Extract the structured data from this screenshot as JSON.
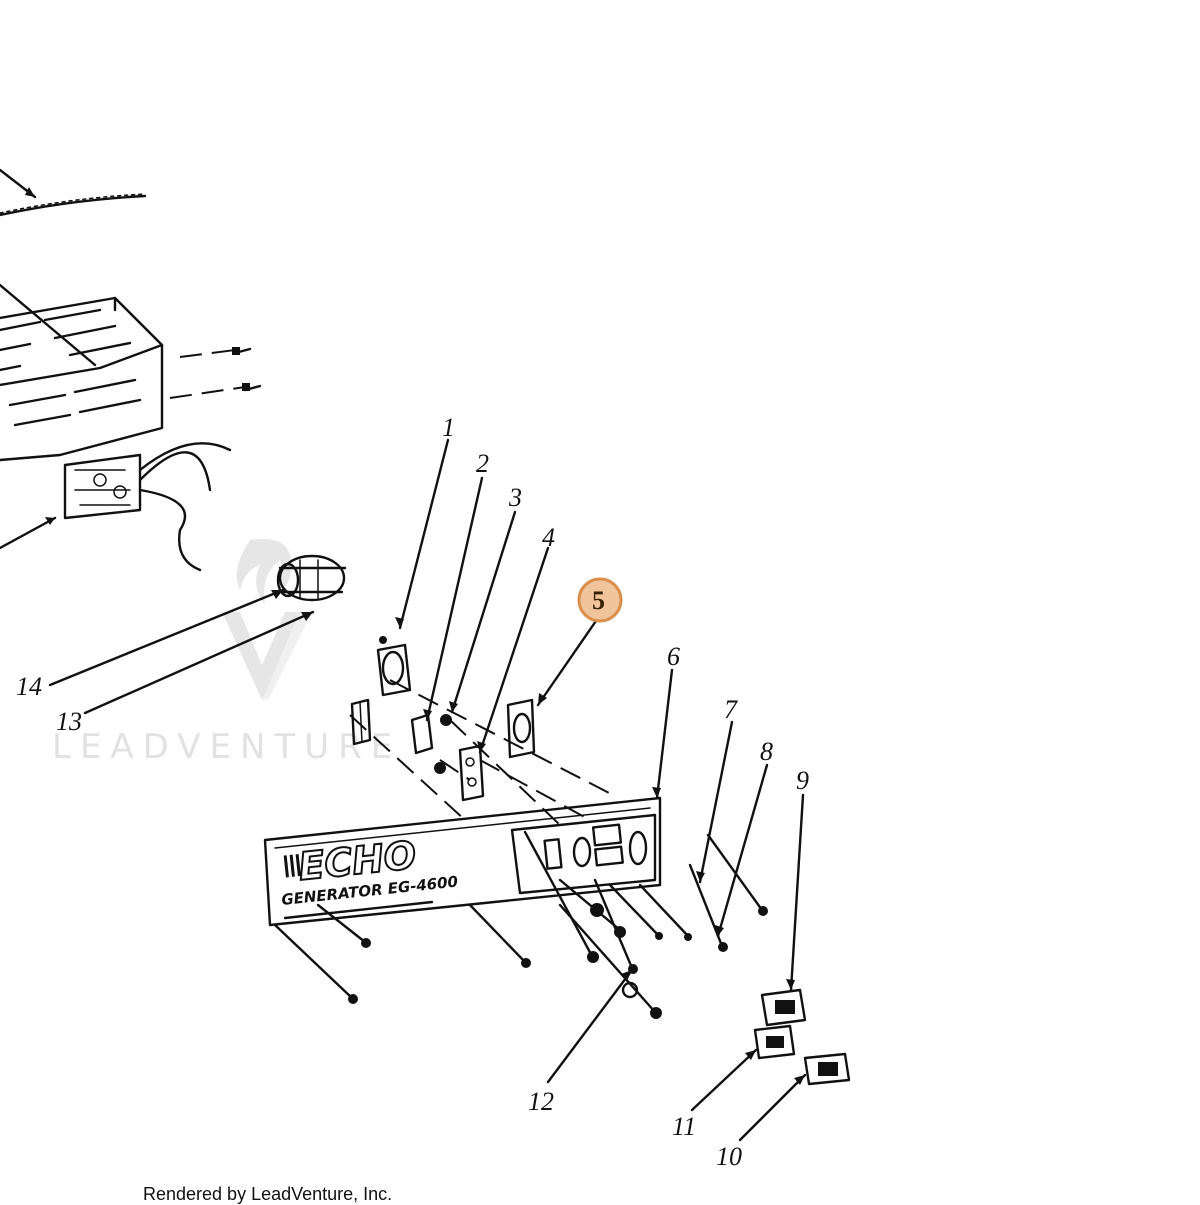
{
  "diagram": {
    "callouts": [
      "1",
      "2",
      "3",
      "4",
      "5",
      "6",
      "7",
      "8",
      "9",
      "10",
      "11",
      "12",
      "13",
      "14"
    ],
    "highlighted_callout": "5",
    "panel_brand": "ECHO",
    "panel_model": "GENERATOR  EG-4600",
    "watermark": "LEADVENTURE",
    "highlight_color": "#f1c49b"
  },
  "footer": {
    "text": "Rendered by LeadVenture, Inc."
  }
}
